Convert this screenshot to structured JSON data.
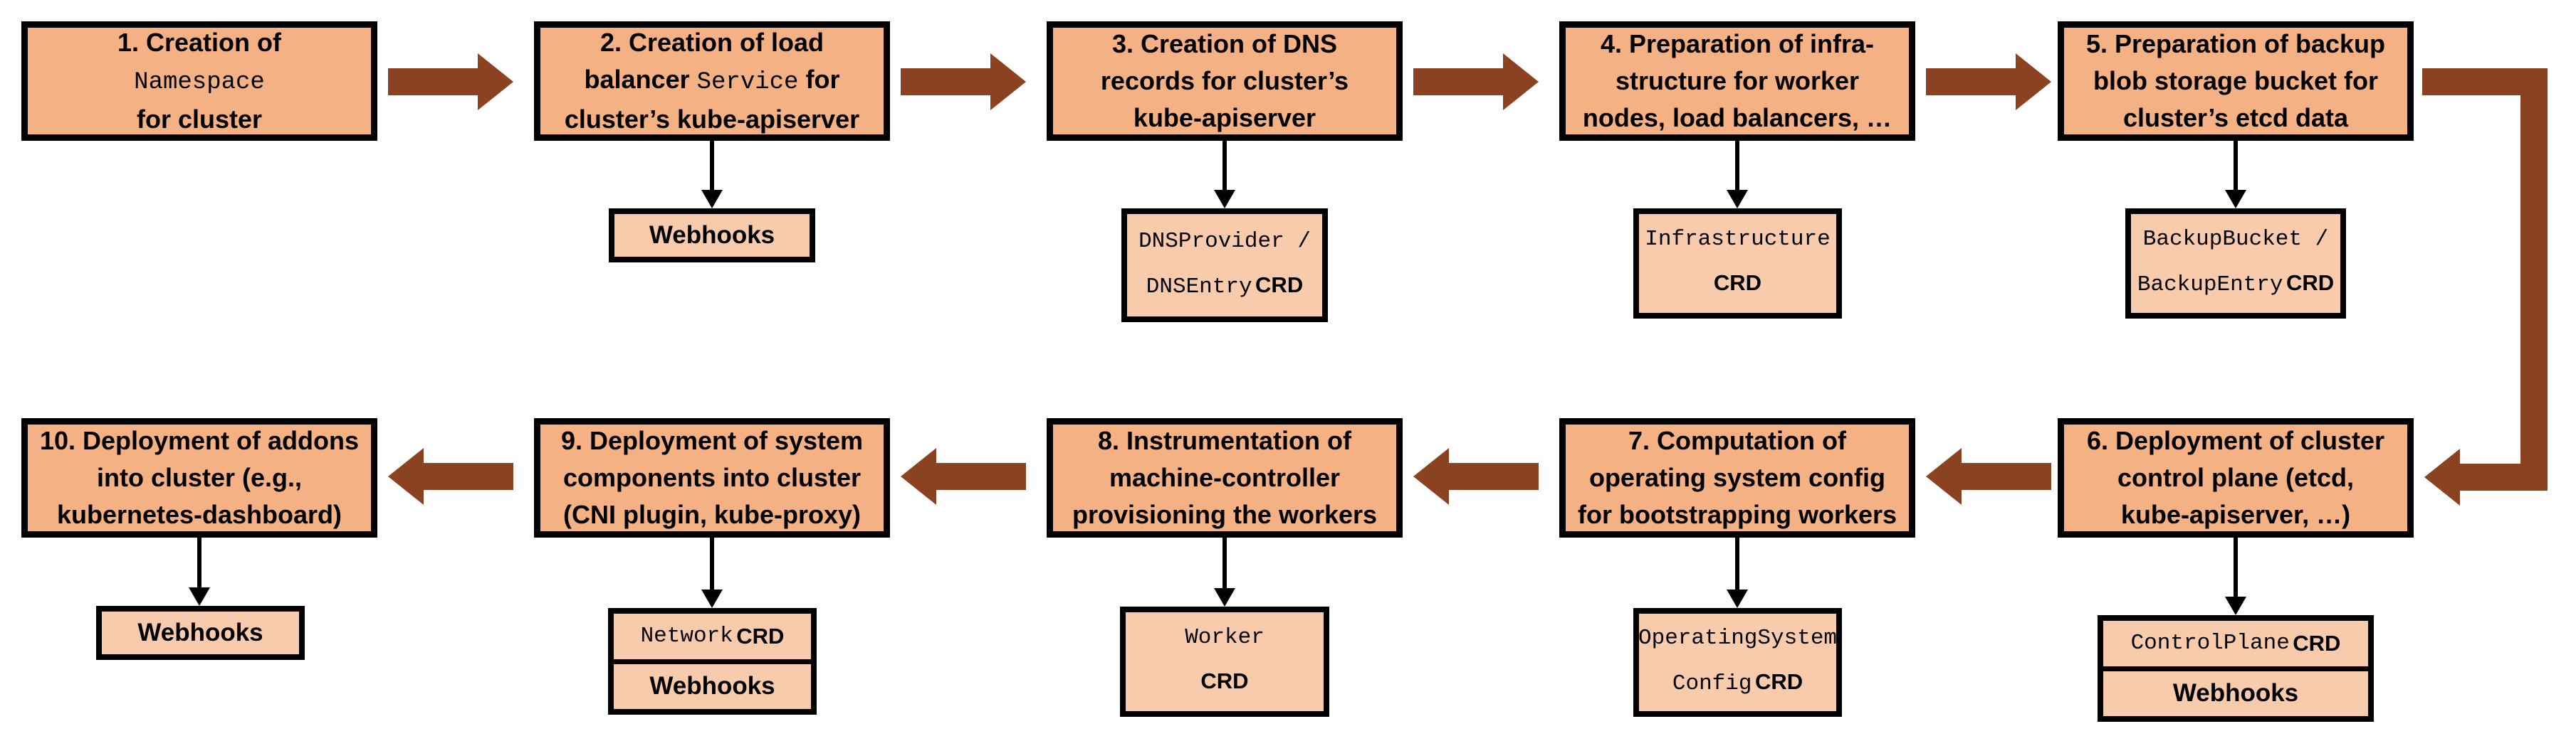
{
  "colors": {
    "box_fill": "#f3b184",
    "subbox_fill": "#f8cbad",
    "arrow": "#8a4220",
    "border": "#000000",
    "background": "#ffffff"
  },
  "steps": [
    {
      "num": "1",
      "lines": [
        [
          {
            "t": "1. Creation of"
          }
        ],
        [
          {
            "t": "Namespace",
            "mono": true
          }
        ],
        [
          {
            "t": "for cluster"
          }
        ]
      ]
    },
    {
      "num": "2",
      "lines": [
        [
          {
            "t": "2. Creation of load"
          }
        ],
        [
          {
            "t": "balancer"
          },
          {
            "t": "Service",
            "mono": true
          },
          {
            "t": "for"
          }
        ],
        [
          {
            "t": "cluster’s kube-apiserver"
          }
        ]
      ],
      "sub": {
        "lines": [
          [
            {
              "t": "Webhooks"
            }
          ]
        ]
      }
    },
    {
      "num": "3",
      "lines": [
        [
          {
            "t": "3. Creation of DNS"
          }
        ],
        [
          {
            "t": "records for cluster’s"
          }
        ],
        [
          {
            "t": "kube-apiserver"
          }
        ]
      ],
      "sub": {
        "lines": [
          [
            {
              "t": "DNSProvider /",
              "mono": true
            }
          ],
          [
            {
              "t": "DNSEntry",
              "mono": true
            },
            {
              "t": "CRD",
              "crd": true
            }
          ]
        ]
      }
    },
    {
      "num": "4",
      "lines": [
        [
          {
            "t": "4. Preparation of infra-"
          }
        ],
        [
          {
            "t": "structure for worker"
          }
        ],
        [
          {
            "t": "nodes, load balancers, …"
          }
        ]
      ],
      "sub": {
        "lines": [
          [
            {
              "t": "Infrastructure",
              "mono": true
            }
          ],
          [
            {
              "t": "CRD",
              "crd": true
            }
          ]
        ]
      }
    },
    {
      "num": "5",
      "lines": [
        [
          {
            "t": "5. Preparation of backup"
          }
        ],
        [
          {
            "t": "blob storage bucket for"
          }
        ],
        [
          {
            "t": "cluster’s etcd data"
          }
        ]
      ],
      "sub": {
        "lines": [
          [
            {
              "t": "BackupBucket /",
              "mono": true
            }
          ],
          [
            {
              "t": "BackupEntry",
              "mono": true
            },
            {
              "t": "CRD",
              "crd": true
            }
          ]
        ]
      }
    },
    {
      "num": "6",
      "lines": [
        [
          {
            "t": "6. Deployment of cluster"
          }
        ],
        [
          {
            "t": "control plane (etcd,"
          }
        ],
        [
          {
            "t": "kube-apiserver, …)"
          }
        ]
      ],
      "sub": {
        "rows": [
          [
            [
              {
                "t": "ControlPlane",
                "mono": true
              },
              {
                "t": "CRD",
                "crd": true
              }
            ]
          ],
          [
            [
              {
                "t": "Webhooks"
              }
            ]
          ]
        ]
      }
    },
    {
      "num": "7",
      "lines": [
        [
          {
            "t": "7. Computation of"
          }
        ],
        [
          {
            "t": "operating system config"
          }
        ],
        [
          {
            "t": "for bootstrapping workers"
          }
        ]
      ],
      "sub": {
        "lines": [
          [
            {
              "t": "OperatingSystem",
              "mono": true
            }
          ],
          [
            {
              "t": "Config",
              "mono": true
            },
            {
              "t": "CRD",
              "crd": true
            }
          ]
        ]
      }
    },
    {
      "num": "8",
      "lines": [
        [
          {
            "t": "8. Instrumentation of"
          }
        ],
        [
          {
            "t": "machine-controller"
          }
        ],
        [
          {
            "t": "provisioning the workers"
          }
        ]
      ],
      "sub": {
        "lines": [
          [
            {
              "t": "Worker",
              "mono": true
            }
          ],
          [
            {
              "t": "CRD",
              "crd": true
            }
          ]
        ]
      }
    },
    {
      "num": "9",
      "lines": [
        [
          {
            "t": "9. Deployment of system"
          }
        ],
        [
          {
            "t": "components into cluster"
          }
        ],
        [
          {
            "t": "(CNI plugin, kube-proxy)"
          }
        ]
      ],
      "sub": {
        "rows": [
          [
            [
              {
                "t": "Network",
                "mono": true
              },
              {
                "t": "CRD",
                "crd": true
              }
            ]
          ],
          [
            [
              {
                "t": "Webhooks"
              }
            ]
          ]
        ]
      }
    },
    {
      "num": "10",
      "lines": [
        [
          {
            "t": "10. Deployment of addons"
          }
        ],
        [
          {
            "t": "into cluster (e.g.,"
          }
        ],
        [
          {
            "t": "kubernetes-dashboard)"
          }
        ]
      ],
      "sub": {
        "lines": [
          [
            {
              "t": "Webhooks"
            }
          ]
        ]
      }
    }
  ]
}
